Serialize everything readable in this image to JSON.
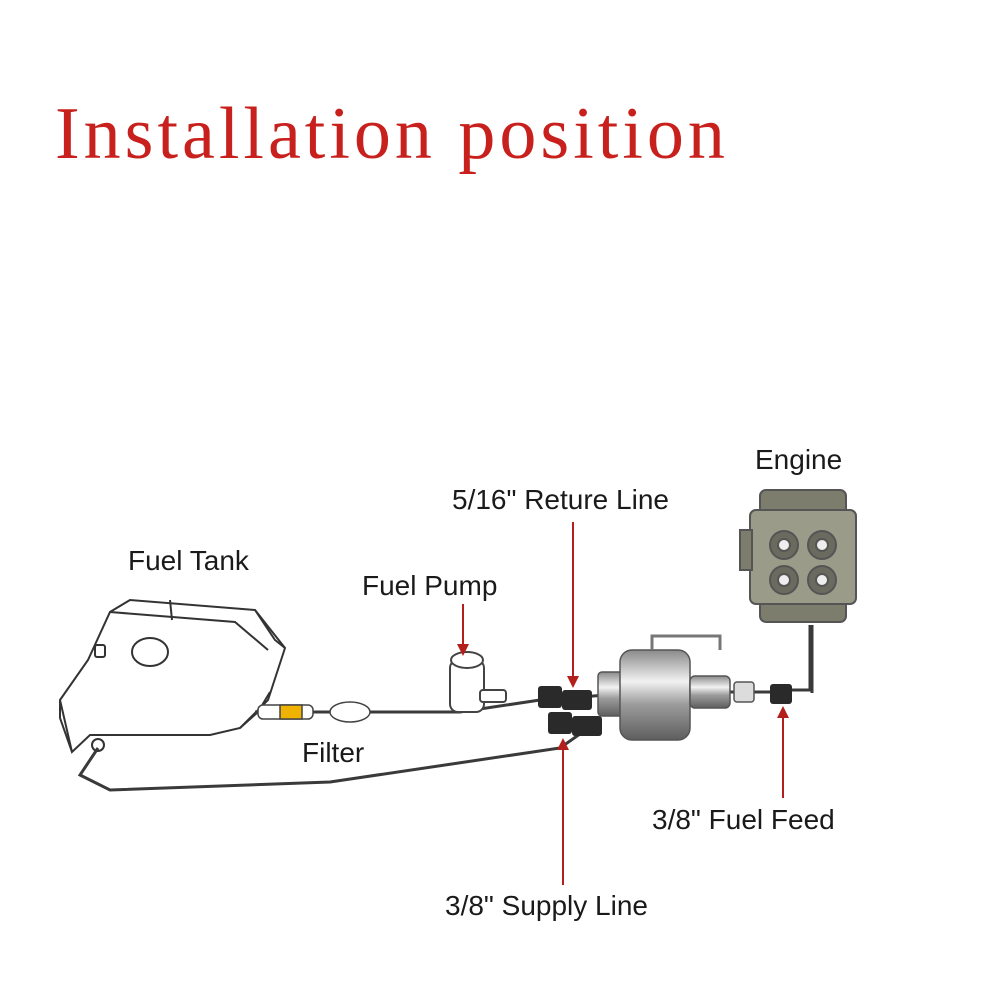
{
  "title": "Installation position",
  "labels": {
    "engine": "Engine",
    "return_line": "5/16\" Reture Line",
    "fuel_tank": "Fuel Tank",
    "fuel_pump": "Fuel Pump",
    "filter": "Filter",
    "fuel_feed": "3/8\" Fuel Feed",
    "supply_line": "3/8\" Supply Line"
  },
  "colors": {
    "title": "#c8201d",
    "arrows": "#b3201b",
    "lines": "#3a3a3a"
  }
}
